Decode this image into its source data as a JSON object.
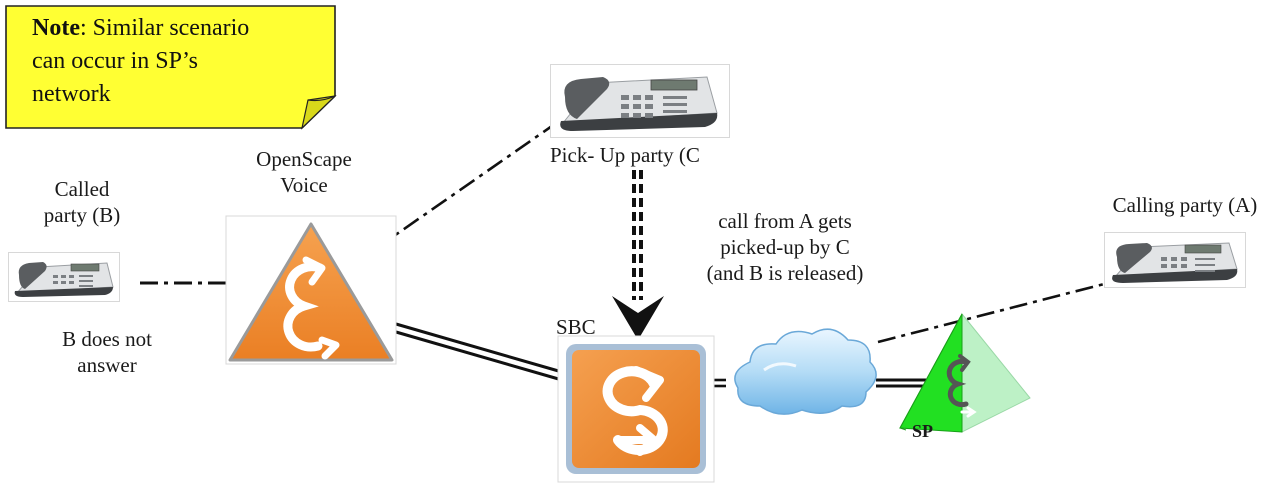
{
  "note": {
    "bold": "Note",
    "lines": [
      ": Similar scenario",
      "can occur in SP’s",
      "network"
    ]
  },
  "labels": {
    "called_party": [
      "Called",
      "party (B)"
    ],
    "b_no_answer": [
      "B does not",
      "answer"
    ],
    "openscape_voice": [
      "OpenScape",
      "Voice"
    ],
    "pickup_party": "Pick-  Up party (C",
    "call_pickup": [
      "call from A gets",
      "picked-up by C",
      "(and B is released)"
    ],
    "sbc": "SBC",
    "calling_party": "Calling party (A)",
    "sp": "SP"
  },
  "colors": {
    "note_fill": "#ffff33",
    "orange": "#f08a2c",
    "orange_dark": "#c85f10",
    "sbc_border": "#9ab0c8",
    "green": "#22dd22",
    "green_light": "#a8eeb0",
    "cloud": "#9fd0f0"
  },
  "icons": {
    "note": "sticky-note-icon",
    "phone": "desk-phone-icon",
    "openscape": "openscape-voice-triangle-icon",
    "sbc": "sbc-square-icon",
    "cloud": "network-cloud-icon",
    "sp": "service-provider-pyramid-icon"
  }
}
